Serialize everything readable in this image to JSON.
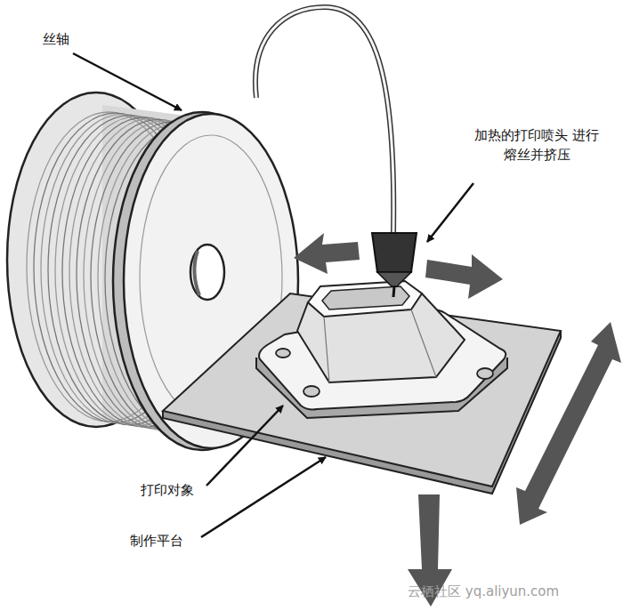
{
  "diagram": {
    "labels": [
      "丝轴",
      "加热的打印喷头 进行熔丝并挤压",
      "打印对象",
      "制作平台",
      "云栖社区 yq.aliyun.com"
    ]
  }
}
